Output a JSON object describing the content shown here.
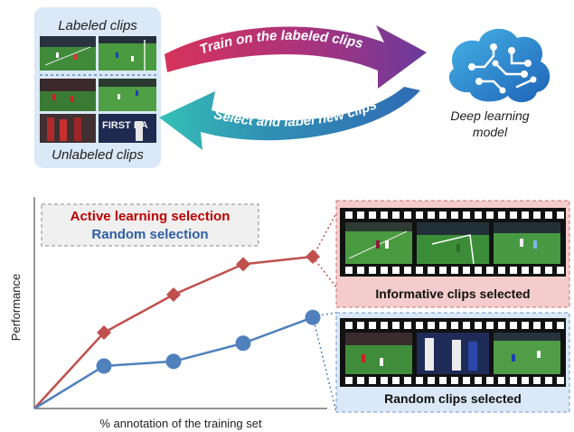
{
  "top": {
    "labeled_caption": "Labeled clips",
    "unlabeled_caption": "Unlabeled clips",
    "train_arrow_text": "Train on the labeled clips",
    "select_arrow_text": "Select and label new clips",
    "model_line1": "Deep learning",
    "model_line2": "model",
    "thumbnail_text": "FIRST HA"
  },
  "legend": {
    "active": "Active learning selection",
    "random": "Random selection"
  },
  "panels": {
    "informative": "Informative clips selected",
    "random": "Random clips selected"
  },
  "colors": {
    "active": "#c0504d",
    "random": "#4f81bd",
    "active_text": "#c00000",
    "random_text": "#2e5fa3",
    "box_blue": "#dbe8f7",
    "box_red": "#f4cccc"
  },
  "chart_data": {
    "type": "line",
    "xlabel": "% annotation of the training set",
    "ylabel": "Performance",
    "x": [
      0,
      1,
      2,
      3,
      4
    ],
    "series": [
      {
        "name": "Active learning selection",
        "values": [
          0,
          0.5,
          0.75,
          0.95,
          1.0
        ]
      },
      {
        "name": "Random selection",
        "values": [
          0,
          0.28,
          0.31,
          0.43,
          0.6
        ]
      }
    ]
  }
}
